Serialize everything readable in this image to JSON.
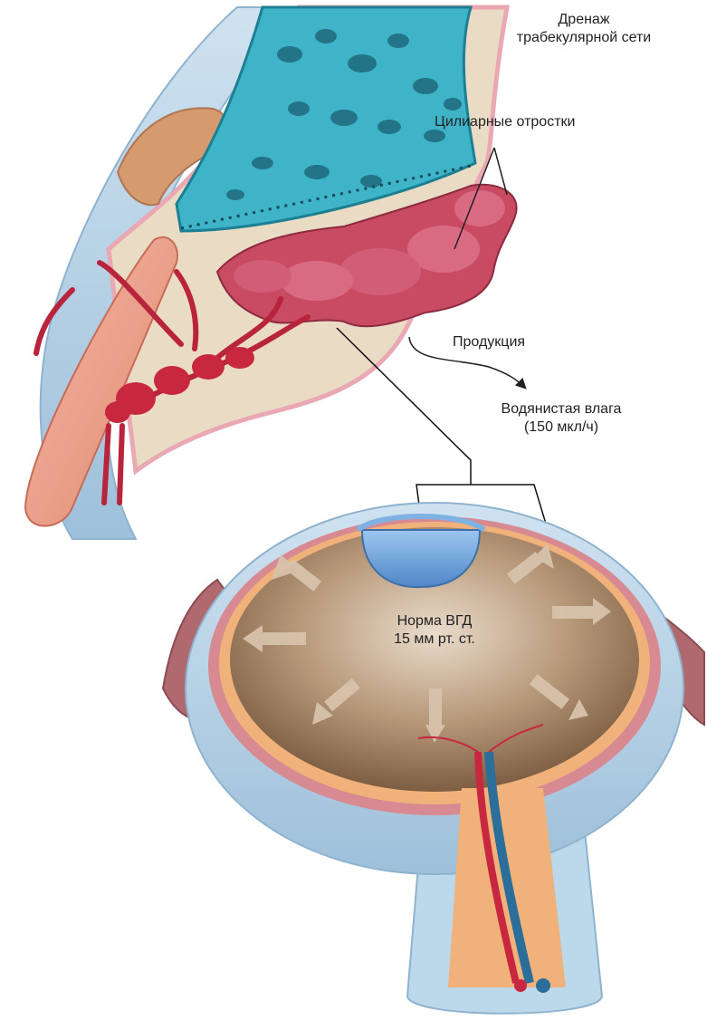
{
  "labels": {
    "drainage": [
      "Дренаж",
      "трабекулярной сети"
    ],
    "ciliary": "Цилиарные отростки",
    "production": "Продукция",
    "aqueous": [
      "Водянистая влага",
      "(150 мкл/ч)"
    ],
    "iop": [
      "Норма ВГД",
      "15 мм рт. ст."
    ]
  },
  "colors": {
    "sclera": "#a9c8df",
    "trabecular_meshwork": "#3fb4c8",
    "ciliary_processes": "#c84a63",
    "vitreous": "#8b6a4c",
    "lens": "#6a9fd8",
    "vessel_artery": "#c8283f",
    "vessel_vein": "#2b6e9a",
    "optic_nerve": "#f0b27a",
    "arrows": "#d7c2ab"
  }
}
